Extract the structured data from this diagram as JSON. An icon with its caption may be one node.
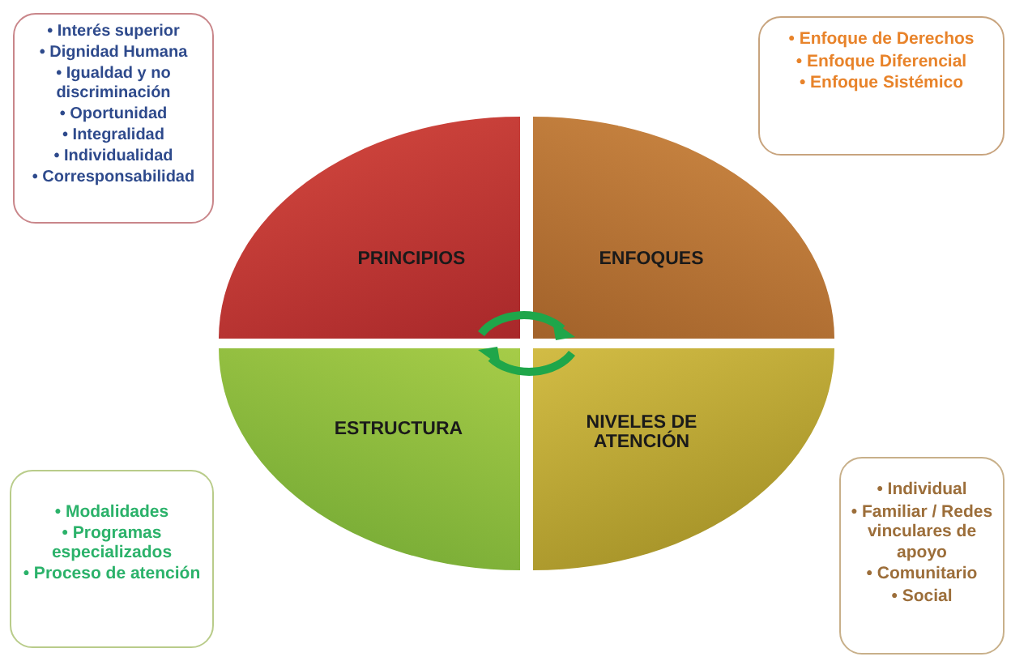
{
  "diagram": {
    "nodes": [
      {
        "text": [
          "• Interés superior",
          "• Dignidad Humana",
          "• Igualdad y no discriminación",
          "• Oportunidad",
          "• Integralidad",
          "• Individualidad",
          "• Corresponsabilidad"
        ]
      },
      {
        "text": [
          "• Enfoque de Derechos",
          "• Enfoque Diferencial",
          "• Enfoque Sistémico"
        ]
      },
      {
        "text": [
          "PRINCIPIOS"
        ]
      },
      {
        "text": [
          "ENFOQUES"
        ]
      },
      {
        "text": [
          "ESTRUCTURA"
        ]
      },
      {
        "text": [
          "NIVELES DE ATENCIÓN"
        ]
      },
      {
        "text": [
          "• Modalidades",
          "• Programas especializados",
          "• Proceso de atención"
        ]
      },
      {
        "text": [
          "• Individual",
          "• Familiar / Redes vinculares de apoyo",
          "• Comunitario",
          "• Social"
        ]
      }
    ],
    "edges": []
  }
}
